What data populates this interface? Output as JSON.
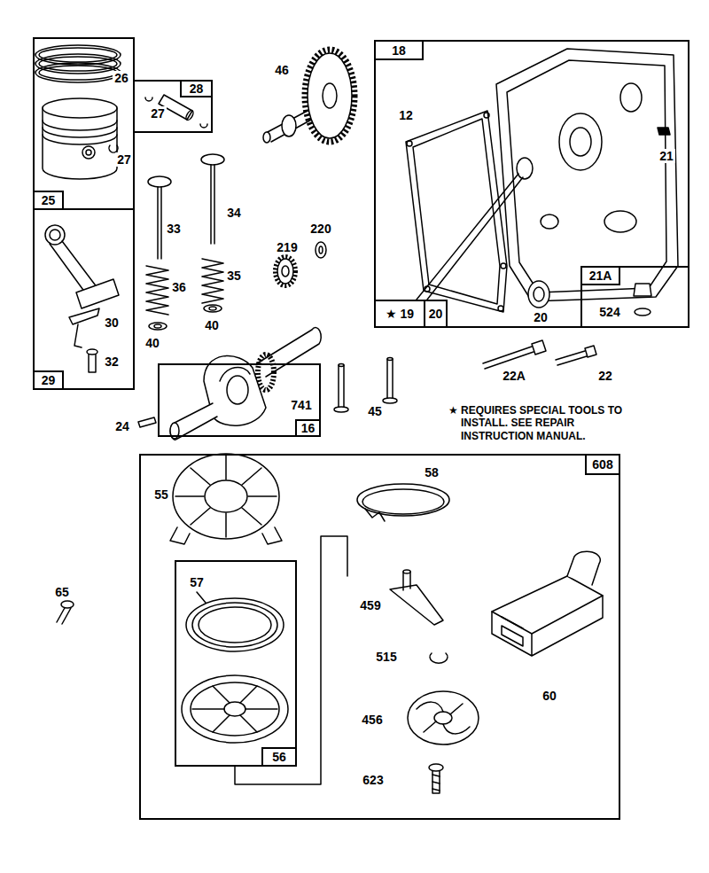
{
  "diagram": {
    "nodes": [
      {
        "text": [
          "25",
          "26",
          "27"
        ]
      },
      {
        "text": [
          "28",
          "27"
        ]
      },
      {
        "text": [
          "29",
          "30",
          "32"
        ]
      },
      {
        "text": [
          "18",
          "12",
          "21",
          "20"
        ]
      },
      {
        "text": [
          "★ 19",
          "20"
        ],
        "in": 3
      },
      {
        "text": [
          "21A",
          "524"
        ],
        "in": 3
      },
      {
        "text": [
          "16",
          "741"
        ]
      },
      {
        "text": [
          "608",
          "55",
          "58",
          "459",
          "60",
          "515",
          "456",
          "623"
        ]
      },
      {
        "text": [
          "56",
          "57"
        ],
        "in": 7
      }
    ],
    "labels": [
      "46",
      "33",
      "34",
      "220",
      "219",
      "36",
      "35",
      "40",
      "40",
      "24",
      "45",
      "22A",
      "22",
      "★ REQUIRES SPECIAL TOOLS TO INSTALL. SEE REPAIR INSTRUCTION MANUAL.",
      "65"
    ]
  }
}
